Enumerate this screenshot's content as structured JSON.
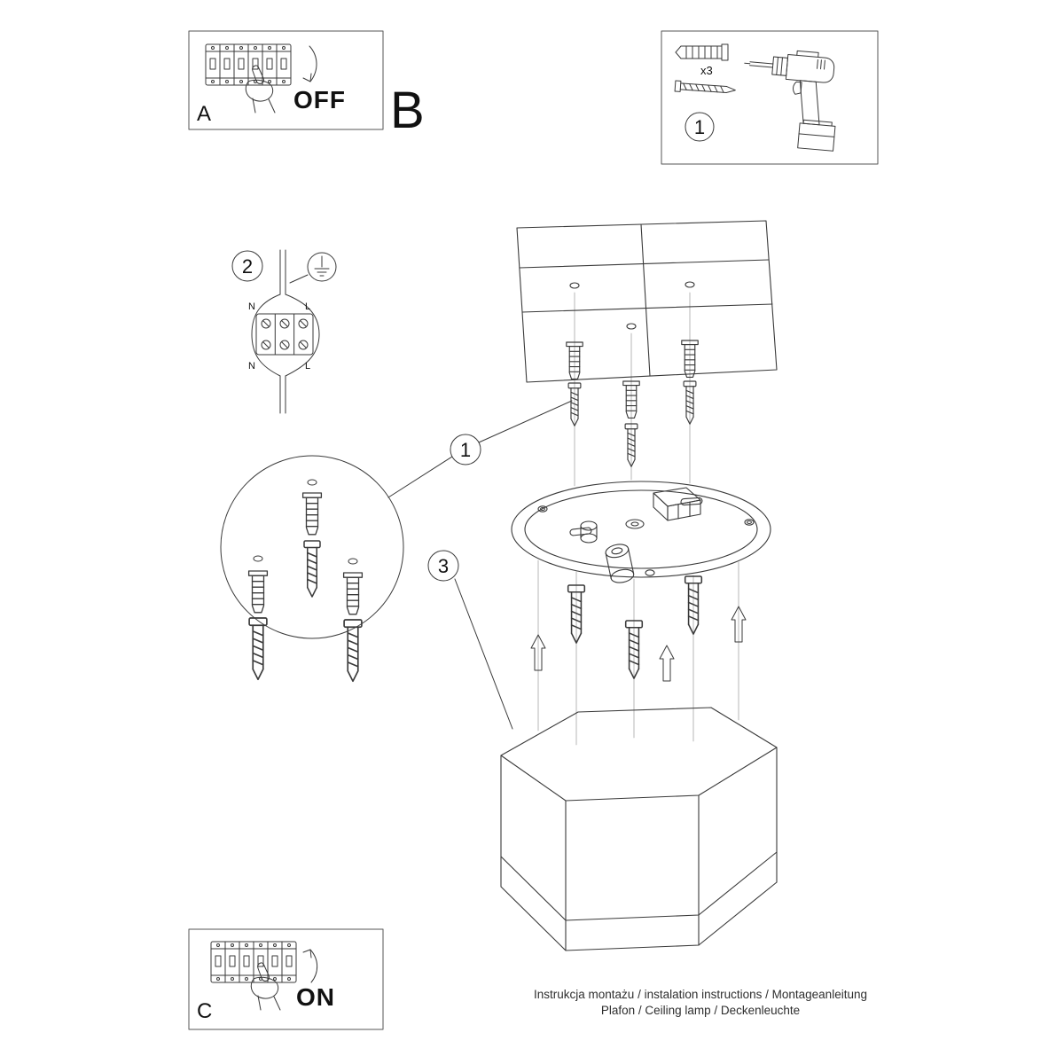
{
  "page": {
    "bg": "#ffffff",
    "ink": "#3a3a3a"
  },
  "panel_a": {
    "label": "A",
    "action": "OFF"
  },
  "section_b": {
    "label": "B"
  },
  "toolbox": {
    "step": "1",
    "plug_count": "x3"
  },
  "wiring": {
    "step": "2",
    "labels": {
      "n_top": "N",
      "l_top": "L",
      "n_bottom": "N",
      "l_bottom": "L"
    }
  },
  "callouts": {
    "anchors": "1",
    "lamp": "3"
  },
  "panel_c": {
    "label": "C",
    "action": "ON"
  },
  "footer": {
    "line1": "Instrukcja montażu / instalation instructions / Montageanleitung",
    "line2": "Plafon / Ceiling lamp / Deckenleuchte"
  }
}
